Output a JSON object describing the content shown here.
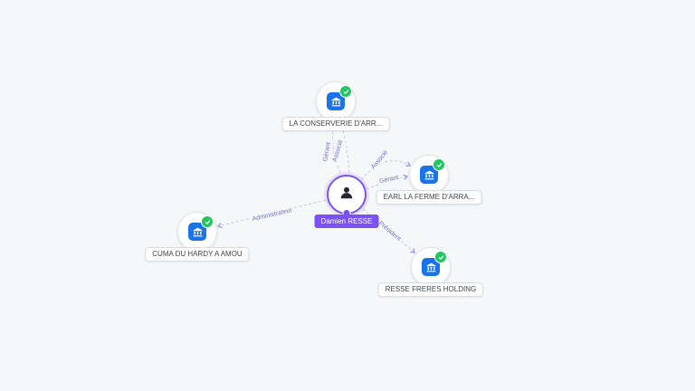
{
  "colors": {
    "canvas_bg": "#f6f7f9",
    "edge": "#c4c7ee",
    "edge_arrow": "#9aa0e0",
    "edge_label": "#6d72cf",
    "person_accent": "#7a52f4",
    "company_icon_bg": "#1a73e8",
    "check_badge": "#22c55e"
  },
  "nodes": {
    "person": {
      "label": "Damien RESSE",
      "type": "person"
    },
    "conserverie": {
      "label": "LA CONSERVERIE D'ARR...",
      "type": "company",
      "verified": true
    },
    "earl": {
      "label": "EARL LA FERME D'ARRA...",
      "type": "company",
      "verified": true
    },
    "cuma": {
      "label": "CUMA DU HARDY A AMOU",
      "type": "company",
      "verified": true
    },
    "holding": {
      "label": "RESSE FRERES HOLDING",
      "type": "company",
      "verified": true
    }
  },
  "edges": {
    "conserverie_gerant": {
      "from": "person",
      "to": "conserverie",
      "label": "Gérant"
    },
    "conserverie_associe": {
      "from": "person",
      "to": "conserverie",
      "label": "Associé"
    },
    "earl_associe": {
      "from": "person",
      "to": "earl",
      "label": "Associé"
    },
    "earl_gerant": {
      "from": "person",
      "to": "earl",
      "label": "Gérant"
    },
    "cuma_administrateur": {
      "from": "person",
      "to": "cuma",
      "label": "Administrateur"
    },
    "holding_president": {
      "from": "person",
      "to": "holding",
      "label": "Président"
    }
  },
  "icons": {
    "company": "building-icon",
    "verified": "check-icon",
    "person": "person-icon"
  }
}
